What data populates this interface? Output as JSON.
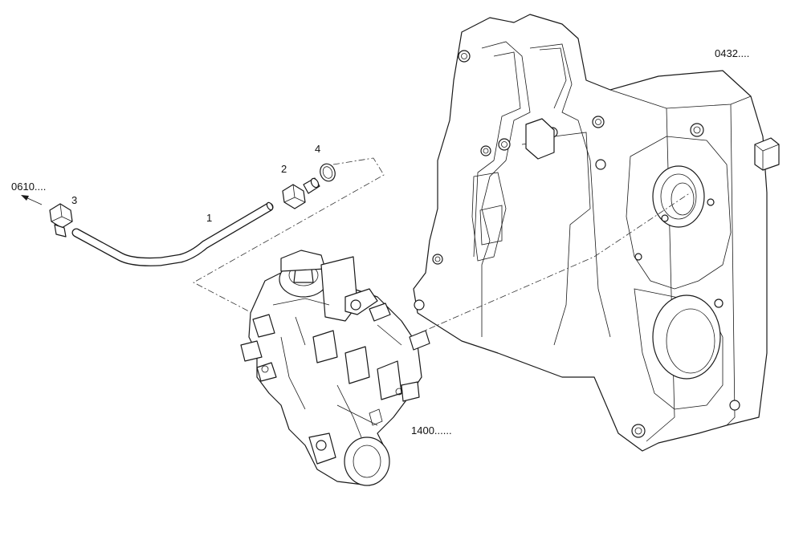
{
  "labels": {
    "ref_0610": "0610....",
    "ref_0432": "0432....",
    "ref_1400": "1400......",
    "part_1": "1",
    "part_2": "2",
    "part_3": "3",
    "part_4": "4"
  }
}
